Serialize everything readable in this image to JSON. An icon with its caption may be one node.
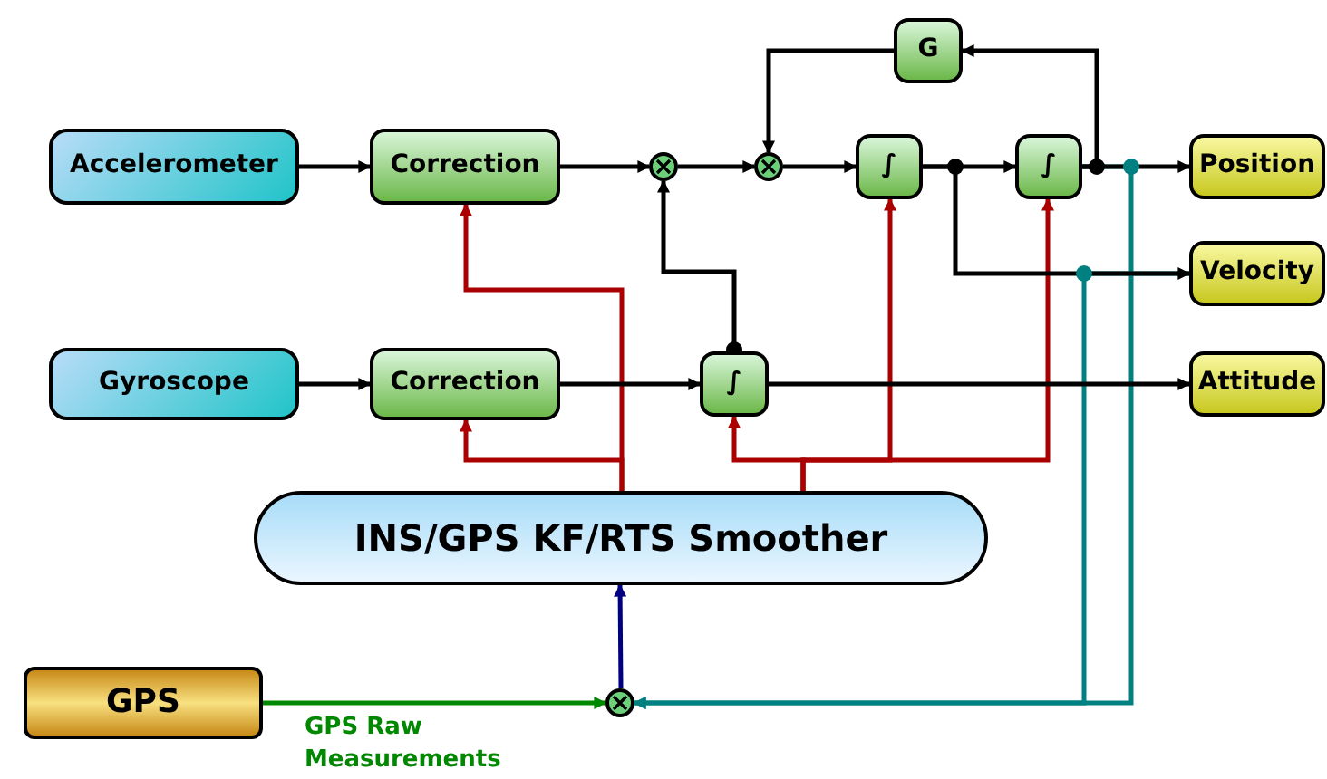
{
  "diagram": {
    "nodes": [
      {
        "text": [
          "Accelerometer"
        ]
      },
      {
        "text": [
          "Correction"
        ]
      },
      {
        "text": [
          "Gyroscope"
        ]
      },
      {
        "text": [
          "Correction"
        ]
      },
      {
        "text": [],
        "shape": "circle"
      },
      {
        "text": [],
        "shape": "circle"
      },
      {
        "text": [
          "∫"
        ]
      },
      {
        "text": [
          "∫"
        ]
      },
      {
        "text": [
          "G"
        ]
      },
      {
        "text": [
          "Position"
        ]
      },
      {
        "text": [
          "Velocity"
        ]
      },
      {
        "text": [
          "Attitude"
        ]
      },
      {
        "text": [
          "∫"
        ]
      },
      {
        "text": [
          "INS/GPS KF/RTS Smoother"
        ]
      },
      {
        "text": [
          "GPS"
        ]
      },
      {
        "text": [],
        "shape": "circle"
      }
    ],
    "edges": [
      {
        "from": 0,
        "to": 1,
        "arrow": "to"
      },
      {
        "from": 1,
        "to": 4,
        "arrow": "to"
      },
      {
        "from": 4,
        "to": 5,
        "arrow": "to"
      },
      {
        "from": 5,
        "to": 6,
        "arrow": "to"
      },
      {
        "from": 6,
        "to": 7,
        "arrow": "to"
      },
      {
        "from": 7,
        "to": 9,
        "arrow": "to"
      },
      {
        "from": 7,
        "to": 8,
        "arrow": "to"
      },
      {
        "from": 8,
        "to": 5,
        "arrow": "to"
      },
      {
        "from": 6,
        "to": 10,
        "arrow": "to"
      },
      {
        "from": 2,
        "to": 3,
        "arrow": "to"
      },
      {
        "from": 3,
        "to": 12,
        "arrow": "to"
      },
      {
        "from": 12,
        "to": 11,
        "arrow": "to"
      },
      {
        "from": 12,
        "to": 4,
        "arrow": "to"
      },
      {
        "from": 13,
        "to": 1,
        "arrow": "to",
        "color": "#aa0000"
      },
      {
        "from": 13,
        "to": 3,
        "arrow": "to",
        "color": "#aa0000"
      },
      {
        "from": 13,
        "to": 12,
        "arrow": "to",
        "color": "#aa0000"
      },
      {
        "from": 13,
        "to": 6,
        "arrow": "to",
        "color": "#aa0000"
      },
      {
        "from": 13,
        "to": 7,
        "arrow": "to",
        "color": "#aa0000"
      },
      {
        "from": 7,
        "to": 15,
        "arrow": "to",
        "color": "#008080"
      },
      {
        "from": 10,
        "to": 15,
        "arrow": "to",
        "color": "#008080"
      },
      {
        "from": 14,
        "to": 15,
        "arrow": "to",
        "color": "#008800",
        "label": "GPS Raw Measurements"
      },
      {
        "from": 15,
        "to": 13,
        "arrow": "to",
        "color": "#000080"
      }
    ]
  }
}
